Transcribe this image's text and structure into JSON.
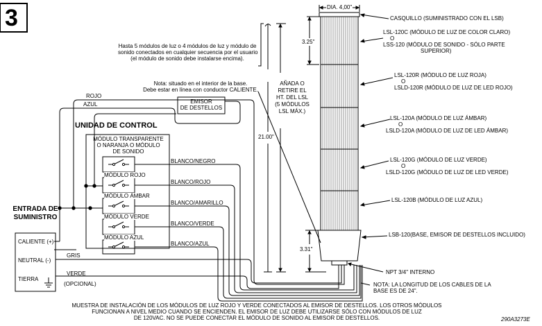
{
  "page_number": "3",
  "dim_top": "DIA. 4,00\"",
  "cap_label": "CASQUILLO (SUMINISTRADO CON EL LSB)",
  "module_note": [
    "Hasta 5 módulos de luz o 4 módulos de luz y módulo de",
    "sonido conectados en cualquier secuencia por el usuario",
    "(el módulo de sonido debe instalarse encima)."
  ],
  "base_note": [
    "Nota: situado en el interior de la base.",
    "Debe estar en línea con conductor CALIENTE."
  ],
  "flasher": [
    "EMISOR",
    "DE DESTELLOS"
  ],
  "wire_rojo": "ROJO",
  "wire_azul": "AZUL",
  "control_unit": "UNIDAD DE CONTROL",
  "module_desc": [
    "MÓDULO TRANSPARENTE",
    "O NARANJA O MÓDULO",
    "DE SONIDO"
  ],
  "modules": [
    "MÓDULO ROJO",
    "MÓDULO ÁMBAR",
    "MÓDULO VERDE",
    "MÓDULO AZUL"
  ],
  "wires": [
    "BLANCO/NEGRO",
    "BLANCO/ROJO",
    "BLANCO/AMARILLO",
    "BLANCO/VERDE",
    "BLANCO/AZUL"
  ],
  "supply_title": [
    "ENTRADA DE",
    "SUMINISTRO"
  ],
  "terminals": [
    "CALIENTE (+)",
    "NEUTRAL (-)",
    "TIERRA"
  ],
  "gris": "GRIS",
  "verde": [
    "VERDE",
    "(OPCIONAL)"
  ],
  "height_note": [
    "AÑADA O",
    "RETIRE EL",
    "HT. DEL LSL",
    "(5 MÓDULOS",
    "LSL MÁX.)"
  ],
  "dims": [
    "3.25\"",
    "21.00\"",
    "3.31\""
  ],
  "o": "O",
  "labels": {
    "lsl120c": "LSL-120C  (MÓDULO DE LUZ DE COLOR CLARO)",
    "lss120": [
      "LSS-120  (MÓDULO DE SONIDO - SÓLO PARTE",
      "SUPERIOR)"
    ],
    "lsl120r": "LSL-120R  (MÓDULO DE LUZ ROJA)",
    "lsld120r": "LSLD-120R  (MÓDULO DE LUZ DE LED ROJO)",
    "lsl120a": "LSL-120A   (MÓDULO DE LUZ ÁMBAR)",
    "lsld120a": "LSLD-120A   (MÓDULO DE LUZ DE LED ÁMBAR)",
    "lsl120g": "LSL-120G  (MÓDULO DE LUZ VERDE)",
    "lsld120g": "LSLD-120G  (MÓDULO DE LUZ DE LED VERDE)",
    "lsl120b": "LSL-120B    (MÓDULO DE LUZ AZUL)",
    "lsb120": "LSB-120(BASE, EMISOR DE DESTELLOS INCLUIDO)",
    "npt": "NPT 3/4\" INTERNO",
    "cable_note": [
      "NOTA: LA LONGITUD DE LOS CABLES DE LA",
      "BASE ES DE 24\"."
    ]
  },
  "footer": [
    "MUESTRA DE INSTALACIÓN DE LOS MÓDULOS DE LUZ ROJO Y VERDE CONECTADOS AL EMISOR DE DESTELLOS. LOS OTROS MÓDULOS",
    "FUNCIONAN A NIVEL MEDIO CUANDO SE ENCIENDEN. EL EMISOR DE LUZ DEBE UTILIZARSE SÓLO CON MÓDULOS DE LUZ",
    "DE 120VAC. NO SE PUEDE CONECTAR EL MÓDULO DE SONIDO AL EMISOR DE DESTELLOS."
  ],
  "drawing_code": "290A3273E"
}
